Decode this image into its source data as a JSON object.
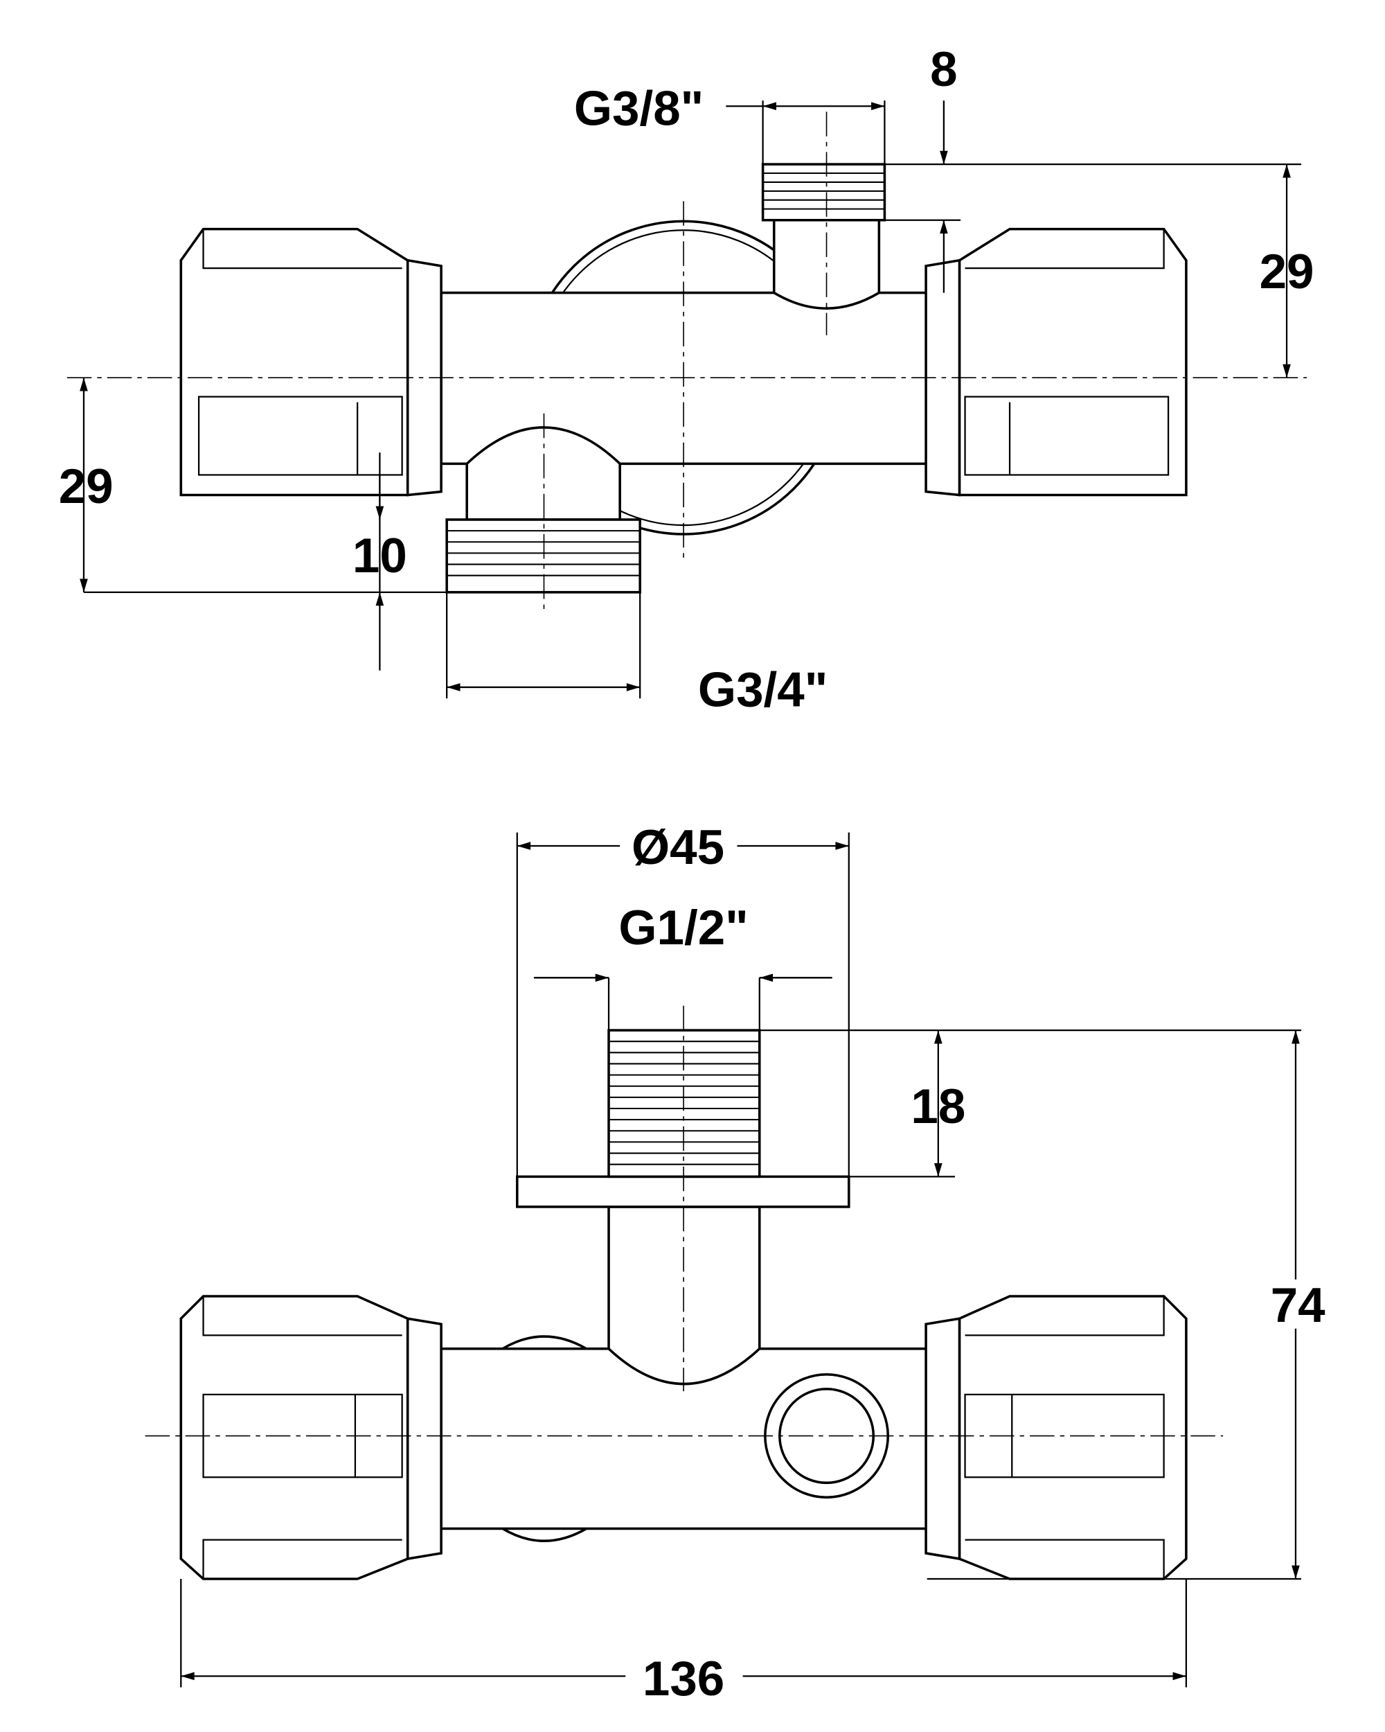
{
  "title": "Valve technical drawing",
  "top_view": {
    "outlet_thread": "G3/8\"",
    "outlet_thread_length": "8",
    "outlet_offset": "29",
    "inlet_offset": "29",
    "inlet_thread_length": "10",
    "inlet_thread": "G3/4\""
  },
  "front_view": {
    "flange_diameter": "Ø45",
    "connection_thread": "G1/2\"",
    "thread_length": "18",
    "height": "74",
    "overall_width": "136"
  },
  "colors": {
    "line": "#000000",
    "background": "#ffffff"
  }
}
